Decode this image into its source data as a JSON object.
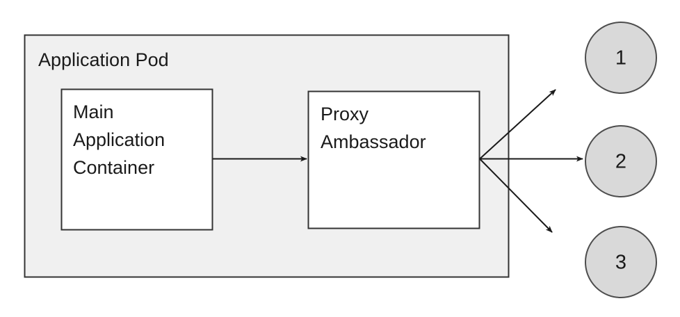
{
  "diagram": {
    "type": "ambassador-pattern-diagram",
    "background_color": "#ffffff",
    "pod": {
      "label": "Application Pod",
      "fill_color": "#f0f0f0",
      "stroke_color": "#333333"
    },
    "containers": [
      {
        "id": "main-application-container",
        "lines": [
          "Main",
          "Application",
          "Container"
        ],
        "line1": "Main",
        "line2": "Application",
        "line3": "Container",
        "fill_color": "#ffffff",
        "stroke_color": "#333333"
      },
      {
        "id": "proxy-ambassador",
        "lines": [
          "Proxy",
          "Ambassador"
        ],
        "line1": "Proxy",
        "line2": "Ambassador",
        "fill_color": "#ffffff",
        "stroke_color": "#333333"
      }
    ],
    "endpoints": [
      {
        "id": "endpoint-1",
        "label": "1",
        "fill_color": "#d9d9d9",
        "stroke_color": "#4d4d4d"
      },
      {
        "id": "endpoint-2",
        "label": "2",
        "fill_color": "#d9d9d9",
        "stroke_color": "#4d4d4d"
      },
      {
        "id": "endpoint-3",
        "label": "3",
        "fill_color": "#d9d9d9",
        "stroke_color": "#4d4d4d"
      }
    ],
    "connectors": [
      {
        "id": "main-to-proxy",
        "from": "main-application-container",
        "to": "proxy-ambassador",
        "style": "solid-arrow"
      },
      {
        "id": "proxy-to-endpoint-1",
        "from": "proxy-ambassador",
        "to": "endpoint-1",
        "style": "solid-arrow"
      },
      {
        "id": "proxy-to-endpoint-2",
        "from": "proxy-ambassador",
        "to": "endpoint-2",
        "style": "solid-arrow"
      },
      {
        "id": "proxy-to-endpoint-3",
        "from": "proxy-ambassador",
        "to": "endpoint-3",
        "style": "solid-arrow"
      }
    ]
  }
}
